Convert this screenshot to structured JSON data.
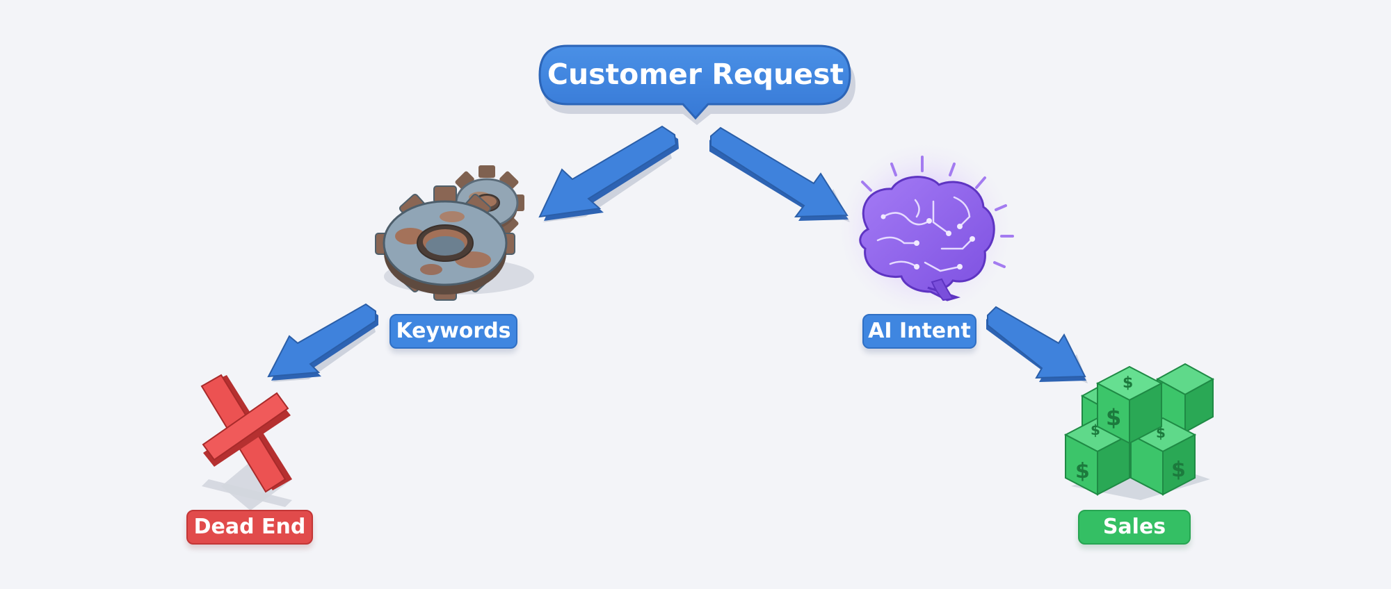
{
  "diagram": {
    "root": {
      "label": "Customer Request",
      "icon": "speech-bubble"
    },
    "branches": [
      {
        "label": "Keywords",
        "icon": "rusty-gears-icon",
        "outcome": {
          "label": "Dead End",
          "icon": "red-x-icon"
        }
      },
      {
        "label": "AI Intent",
        "icon": "glowing-brain-icon",
        "outcome": {
          "label": "Sales",
          "icon": "money-cubes-icon"
        }
      }
    ]
  },
  "colors": {
    "background": "#f3f4f8",
    "arrow": "#3a78d4",
    "root_bubble": "#3f86e0",
    "keywords_label": "#3f86e0",
    "intent_label": "#3f86e0",
    "dead_end_label": "#e14b4b",
    "sales_label": "#34bf64",
    "brain": "#9a6cf0",
    "money": "#3cc56a",
    "gear_rust": "#a86a4e",
    "gear_steel": "#8fa3b3"
  }
}
